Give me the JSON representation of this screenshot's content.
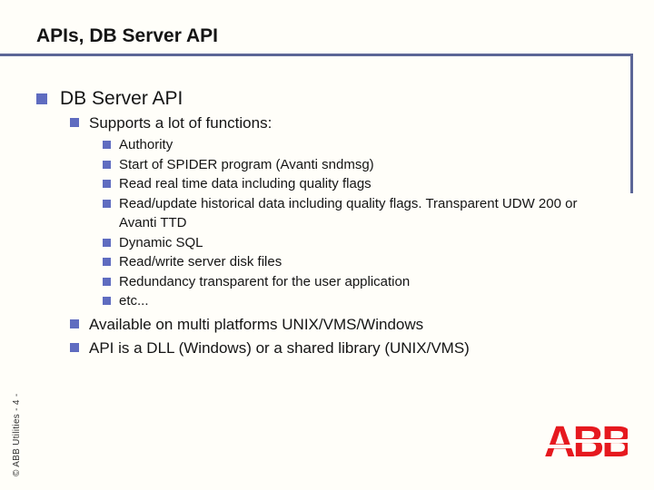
{
  "slide": {
    "title": "APIs, DB Server API",
    "footer": "© ABB Utilities - 4 -",
    "logo": "ABB"
  },
  "colors": {
    "background": "#fffef9",
    "text": "#151515",
    "rule": "#5c6697",
    "bullet": "#5f6cc0",
    "logo_red": "#e6191f",
    "footer_text": "#333333"
  },
  "outline": {
    "level1": "DB Server API",
    "level2_intro": "Supports a lot of functions:",
    "functions": [
      "Authority",
      "Start of SPIDER program (Avanti sndmsg)",
      "Read real time data including quality flags",
      "Read/update historical data including quality flags. Transparent UDW 200 or Avanti TTD",
      "Dynamic SQL",
      "Read/write server disk files",
      "Redundancy transparent for the user application",
      "etc..."
    ],
    "level2_items": [
      "Available on multi platforms UNIX/VMS/Windows",
      "API is a DLL (Windows) or a shared library (UNIX/VMS)"
    ]
  }
}
